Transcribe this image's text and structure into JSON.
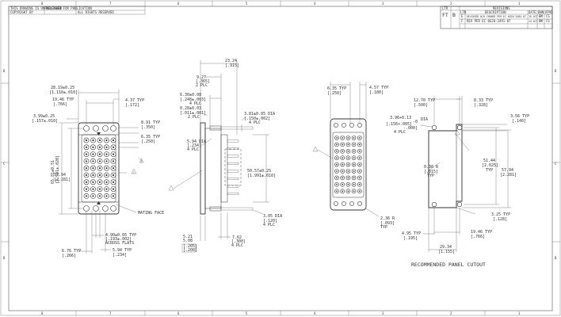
{
  "border": {
    "top_zones": [
      "8",
      "7",
      "6",
      "5",
      "4",
      "3",
      "2",
      "1"
    ],
    "bottom_zones": [
      "8",
      "7",
      "6",
      "5",
      "4",
      "3",
      "2",
      "1"
    ],
    "side_zones": [
      "D",
      "C",
      "B"
    ]
  },
  "revisions": {
    "title": "REVISIONS",
    "headers": [
      "LTR",
      "DESCRIPTION",
      "DATE",
      "DWN",
      "APVD"
    ],
    "ltr_labels": [
      "LTR",
      "FT",
      "B"
    ],
    "rows": [
      {
        "ltr": "E",
        "description": "RELEASED W/O CHANGE PER EC 0G20-3484-07",
        "date": "16 OCT 07",
        "dwn": "FM",
        "apvd": "CS"
      },
      {
        "ltr": "F",
        "description": "REV PER EC 0G20-3491-07",
        "date": "24 OCT 07",
        "dwn": "FM",
        "apvd": "CS"
      }
    ]
  },
  "topleft_notes": [
    "THIS DRAWING IS UNPUBLISHED",
    "RELEASED FOR PUBLICATION",
    "COPYRIGHT BY",
    "ALL RIGHTS RESERVED"
  ],
  "front_view": {
    "dims": [
      {
        "id": "overall-width",
        "text": "28.19±0.25",
        "sub": "[1.110±.010]"
      },
      {
        "id": "row-spacing",
        "text": "19.46 TYP",
        "sub": "[.766]"
      },
      {
        "id": "edge-offset",
        "text": "4.37 TYP",
        "sub": "[.172]"
      },
      {
        "id": "flange-offset",
        "text": "3.99±0.25",
        "sub": "[.157±.010]"
      },
      {
        "id": "pitch-top",
        "text": "8.91 TYP",
        "sub": "[.350]"
      },
      {
        "id": "pitch-mid",
        "text": "6.35 TYP",
        "sub": "[.250]"
      },
      {
        "id": "overall-height",
        "text": "65.81±0.51",
        "sub": "[2.591±.020]"
      },
      {
        "id": "inner-height",
        "text": "57.94",
        "sub": "[2.281]"
      },
      {
        "id": "across-flats",
        "text": "4.90±0.05 TYP",
        "sub": "[.193±.002]",
        "sub2": "ACROSS FLATS"
      },
      {
        "id": "pin-pitch",
        "text": "6.76 TYP",
        "sub": "[.266]"
      },
      {
        "id": "side-pitch",
        "text": "5.94 TYP",
        "sub": "[.234]"
      }
    ],
    "callouts": {
      "mating_face": "MATING FACE",
      "note_flag": "1",
      "note_flag_two": "2"
    }
  },
  "side_view": {
    "dims": [
      {
        "id": "overall-length",
        "text": "23.24",
        "sub": "[.915]"
      },
      {
        "id": "plc-2",
        "text": "9.27",
        "sub": "[.365]",
        "sub2": "2 PLC"
      },
      {
        "id": "hole-4plc",
        "text": "6.30±0.08",
        "sub": "[.248±.003]",
        "sub2": "4 PLC"
      },
      {
        "id": "gap-2plc",
        "text": "0.28±0.03",
        "sub": "[.011±.001]",
        "sub2": "2 PLC"
      },
      {
        "id": "thread-dia",
        "text": "3.81±0.05 DIA",
        "sub": "[.150±.002]",
        "sub2": "4 PLC"
      },
      {
        "id": "post-dia",
        "text": "5.94 DIA",
        "sub": "[.234]",
        "sub2": "4 PLC"
      },
      {
        "id": "body-height",
        "text": "50.57±0.25",
        "sub": "[1.991±.010]"
      },
      {
        "id": "pin-dia",
        "text": "3.05 DIA",
        "sub": "[.120]",
        "sub2": "4 PLC"
      },
      {
        "id": "flange-thk",
        "text": "5.21",
        "sub": "5.08"
      },
      {
        "id": "flange-thk-in",
        "text": "[.205]",
        "sub": "[.200]"
      },
      {
        "id": "body-depth",
        "text": "7.62",
        "sub": "[.300]",
        "sub2": "4 PLC"
      }
    ]
  },
  "rear_view": {
    "dims": [
      {
        "id": "rear-width",
        "text": "6.35 TYP",
        "sub": "[.250]"
      },
      {
        "id": "rear-offset",
        "text": "4.57 TYP",
        "sub": "[.180]"
      },
      {
        "id": "rear-radius",
        "text": "2.36 R",
        "sub": "[.093]",
        "sub2": "TYP"
      }
    ]
  },
  "panel_cutout": {
    "title": "RECOMMENDED PANEL CUTOUT",
    "dims": [
      {
        "id": "cut-dia",
        "text": "3.96+0.13",
        "sub": "-0",
        "sub2": "DIA"
      },
      {
        "id": "cut-tol",
        "text": "[.156+.005]",
        "sub": "-.000]",
        "sub2": "4 PLC"
      },
      {
        "id": "cut-pitch",
        "text": "12.70 TYP",
        "sub": "[.500]"
      },
      {
        "id": "cut-edge",
        "text": "8.33 TYP",
        "sub": "[.328]"
      },
      {
        "id": "cut-corner",
        "text": "3.56 TYP",
        "sub": "[.140]"
      },
      {
        "id": "cut-radius",
        "text": "0.38 R",
        "sub": "[.015]",
        "sub2": "TYP"
      },
      {
        "id": "cut-height",
        "text": "51.44",
        "sub": "[2.025]",
        "sub2": "TYP"
      },
      {
        "id": "cut-outer",
        "text": "57.94",
        "sub": "[2.281]"
      },
      {
        "id": "cut-bottom",
        "text": "3.25 TYP",
        "sub": "[.128]"
      },
      {
        "id": "cut-row",
        "text": "19.46 TYP",
        "sub": "[.766]"
      },
      {
        "id": "cut-side",
        "text": "4.95 TYP",
        "sub": "[.195]"
      },
      {
        "id": "cut-width",
        "text": "29.34",
        "sub": "[1.155]"
      }
    ]
  }
}
